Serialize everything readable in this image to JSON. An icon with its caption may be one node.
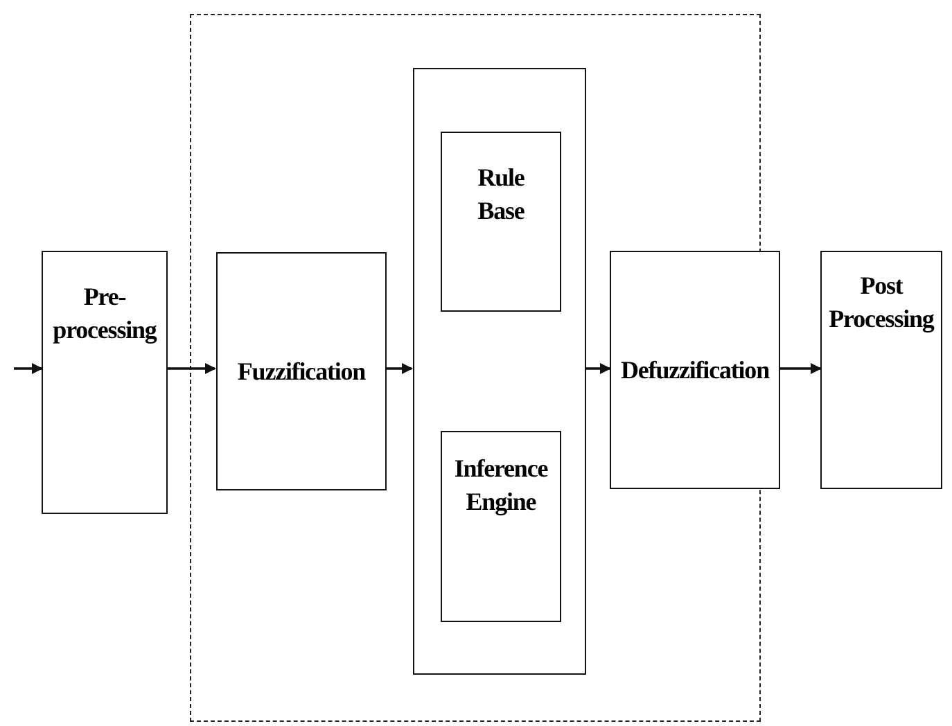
{
  "diagram": {
    "nodes": [
      {
        "text": [
          "Pre- processing"
        ]
      },
      {
        "text": [],
        "shape": "box"
      },
      {
        "text": [
          "Fuzzification"
        ],
        "in": 1
      },
      {
        "text": [],
        "shape": "box",
        "in": 1
      },
      {
        "text": [
          "Rule Base"
        ],
        "in": 3
      },
      {
        "text": [
          "Inference Engine"
        ],
        "in": 3
      },
      {
        "text": [
          "Defuzzification"
        ]
      },
      {
        "text": [
          "Post Processing"
        ]
      }
    ],
    "edges": [
      {
        "from": null,
        "to": 0,
        "arrow": "to"
      },
      {
        "from": 0,
        "to": 2,
        "arrow": "to"
      },
      {
        "from": 2,
        "to": 3,
        "arrow": "to"
      },
      {
        "from": 3,
        "to": 6,
        "arrow": "to"
      },
      {
        "from": 6,
        "to": 7,
        "arrow": "to"
      }
    ]
  }
}
